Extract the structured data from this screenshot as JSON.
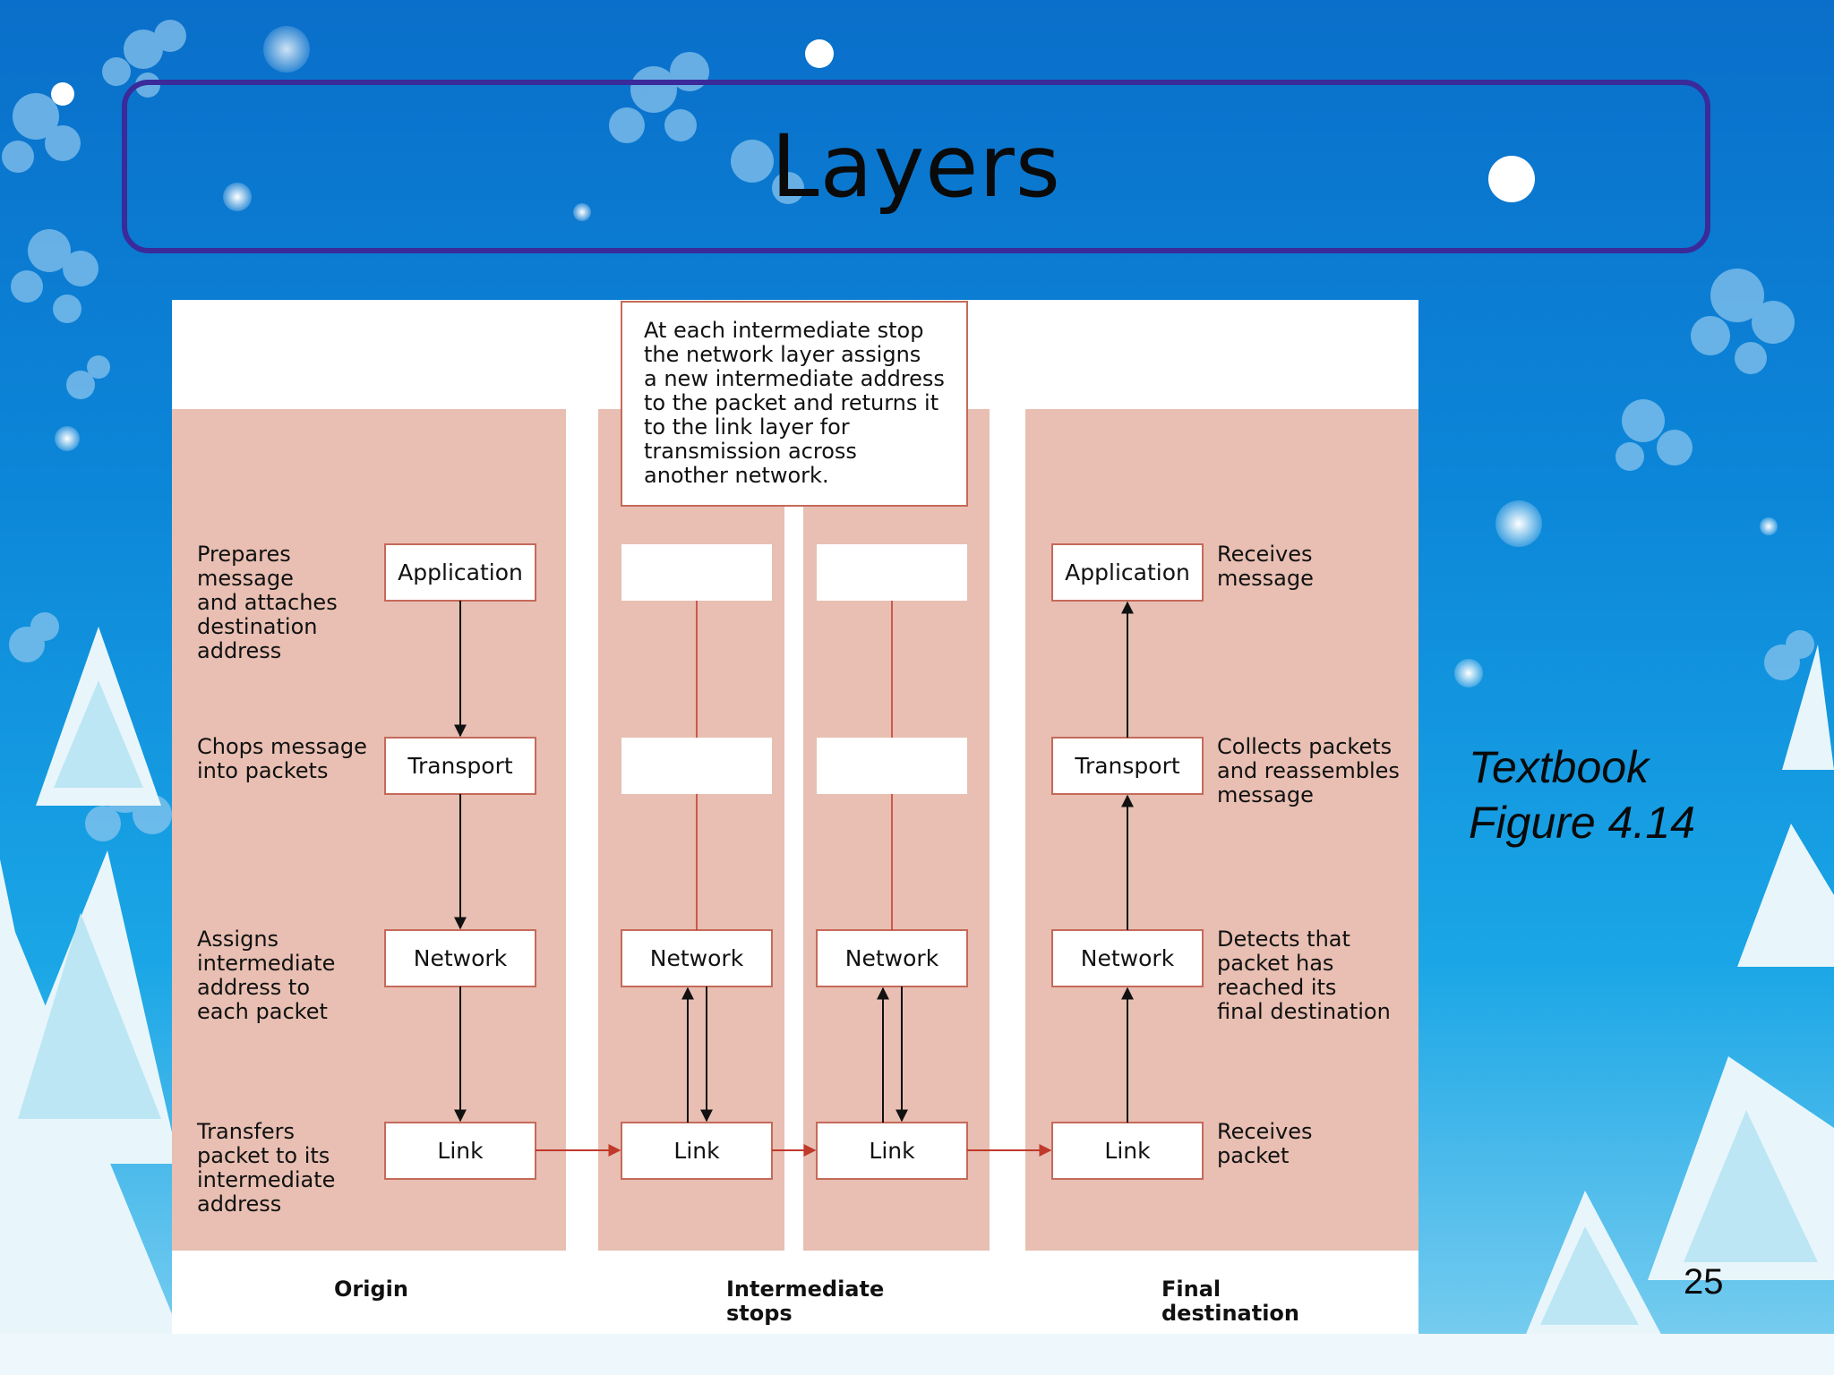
{
  "slide": {
    "title": "Layers",
    "caption_line1": "Textbook",
    "caption_line2": "Figure 4.14",
    "page_number": "25"
  },
  "colors": {
    "column_fill": "#e8bfb2",
    "box_fill": "#ffffff",
    "box_border": "#c56a5a",
    "arrow_black": "#111111",
    "arrow_red": "#c0392b",
    "title_border": "#3a2a9a"
  },
  "diagram": {
    "callout": [
      "At each intermediate stop",
      "the network layer assigns",
      "a new intermediate address",
      "to the packet and returns it",
      "to the link layer for",
      "transmission across",
      "another network."
    ],
    "origin": {
      "label": "Origin",
      "layers": [
        "Application",
        "Transport",
        "Network",
        "Link"
      ],
      "descriptions": [
        [
          "Prepares",
          "message",
          "and attaches",
          "destination",
          "address"
        ],
        [
          "Chops message",
          "into packets"
        ],
        [
          "Assigns",
          "intermediate",
          "address to",
          "each packet"
        ],
        [
          "Transfers",
          "packet to its",
          "intermediate",
          "address"
        ]
      ]
    },
    "intermediate": {
      "label_line1": "Intermediate",
      "label_line2": "stops",
      "stop1": {
        "network": "Network",
        "link": "Link"
      },
      "stop2": {
        "network": "Network",
        "link": "Link"
      }
    },
    "destination": {
      "label_line1": "Final",
      "label_line2": "destination",
      "layers": [
        "Application",
        "Transport",
        "Network",
        "Link"
      ],
      "descriptions": [
        [
          "Receives",
          "message"
        ],
        [
          "Collects packets",
          "and reassembles",
          "message"
        ],
        [
          "Detects that",
          "packet has",
          "reached its",
          "final destination"
        ],
        [
          "Receives",
          "packet"
        ]
      ]
    }
  }
}
